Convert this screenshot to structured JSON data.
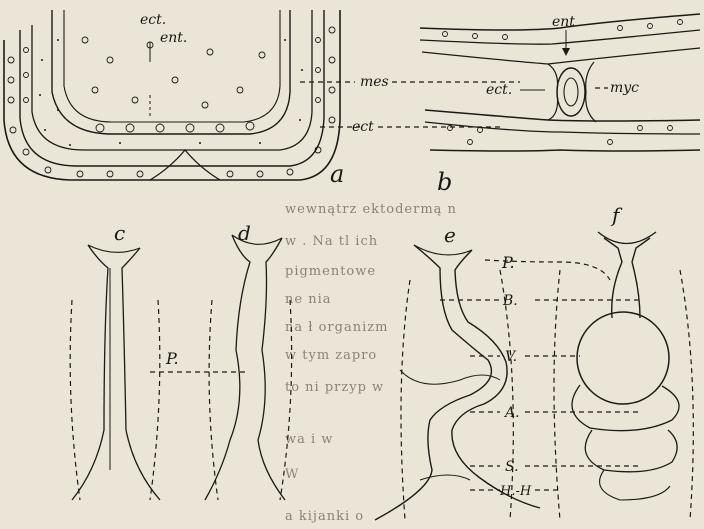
{
  "background_text": [
    "wewnątrz ektodermą n",
    "w . Na tl  ich ",
    "pigmentowe  ",
    "ne  nia   ",
    "na ł  organizm ",
    "w  tym  zapro",
    "to  ni  przyp  w",
    "wa  i  w  ",
    "W  ",
    "a  kijanki  o  "
  ],
  "panel_a": {
    "letter": "a",
    "labels": {
      "ect": "ect.",
      "ent": "ent.",
      "mes": "mes",
      "ect2": "ect"
    }
  },
  "panel_b": {
    "letter": "b",
    "labels": {
      "ent": "ent",
      "ect": "ect.",
      "myc": "myc"
    }
  },
  "panel_c": {
    "letter": "c"
  },
  "panel_d": {
    "letter": "d",
    "shared_label": "P."
  },
  "panel_e": {
    "letter": "e"
  },
  "panel_f": {
    "letter": "f",
    "labels": {
      "P": "P.",
      "B": "B.",
      "V": "V.",
      "A": "A.",
      "S": "S.",
      "H": "H.-H"
    }
  }
}
